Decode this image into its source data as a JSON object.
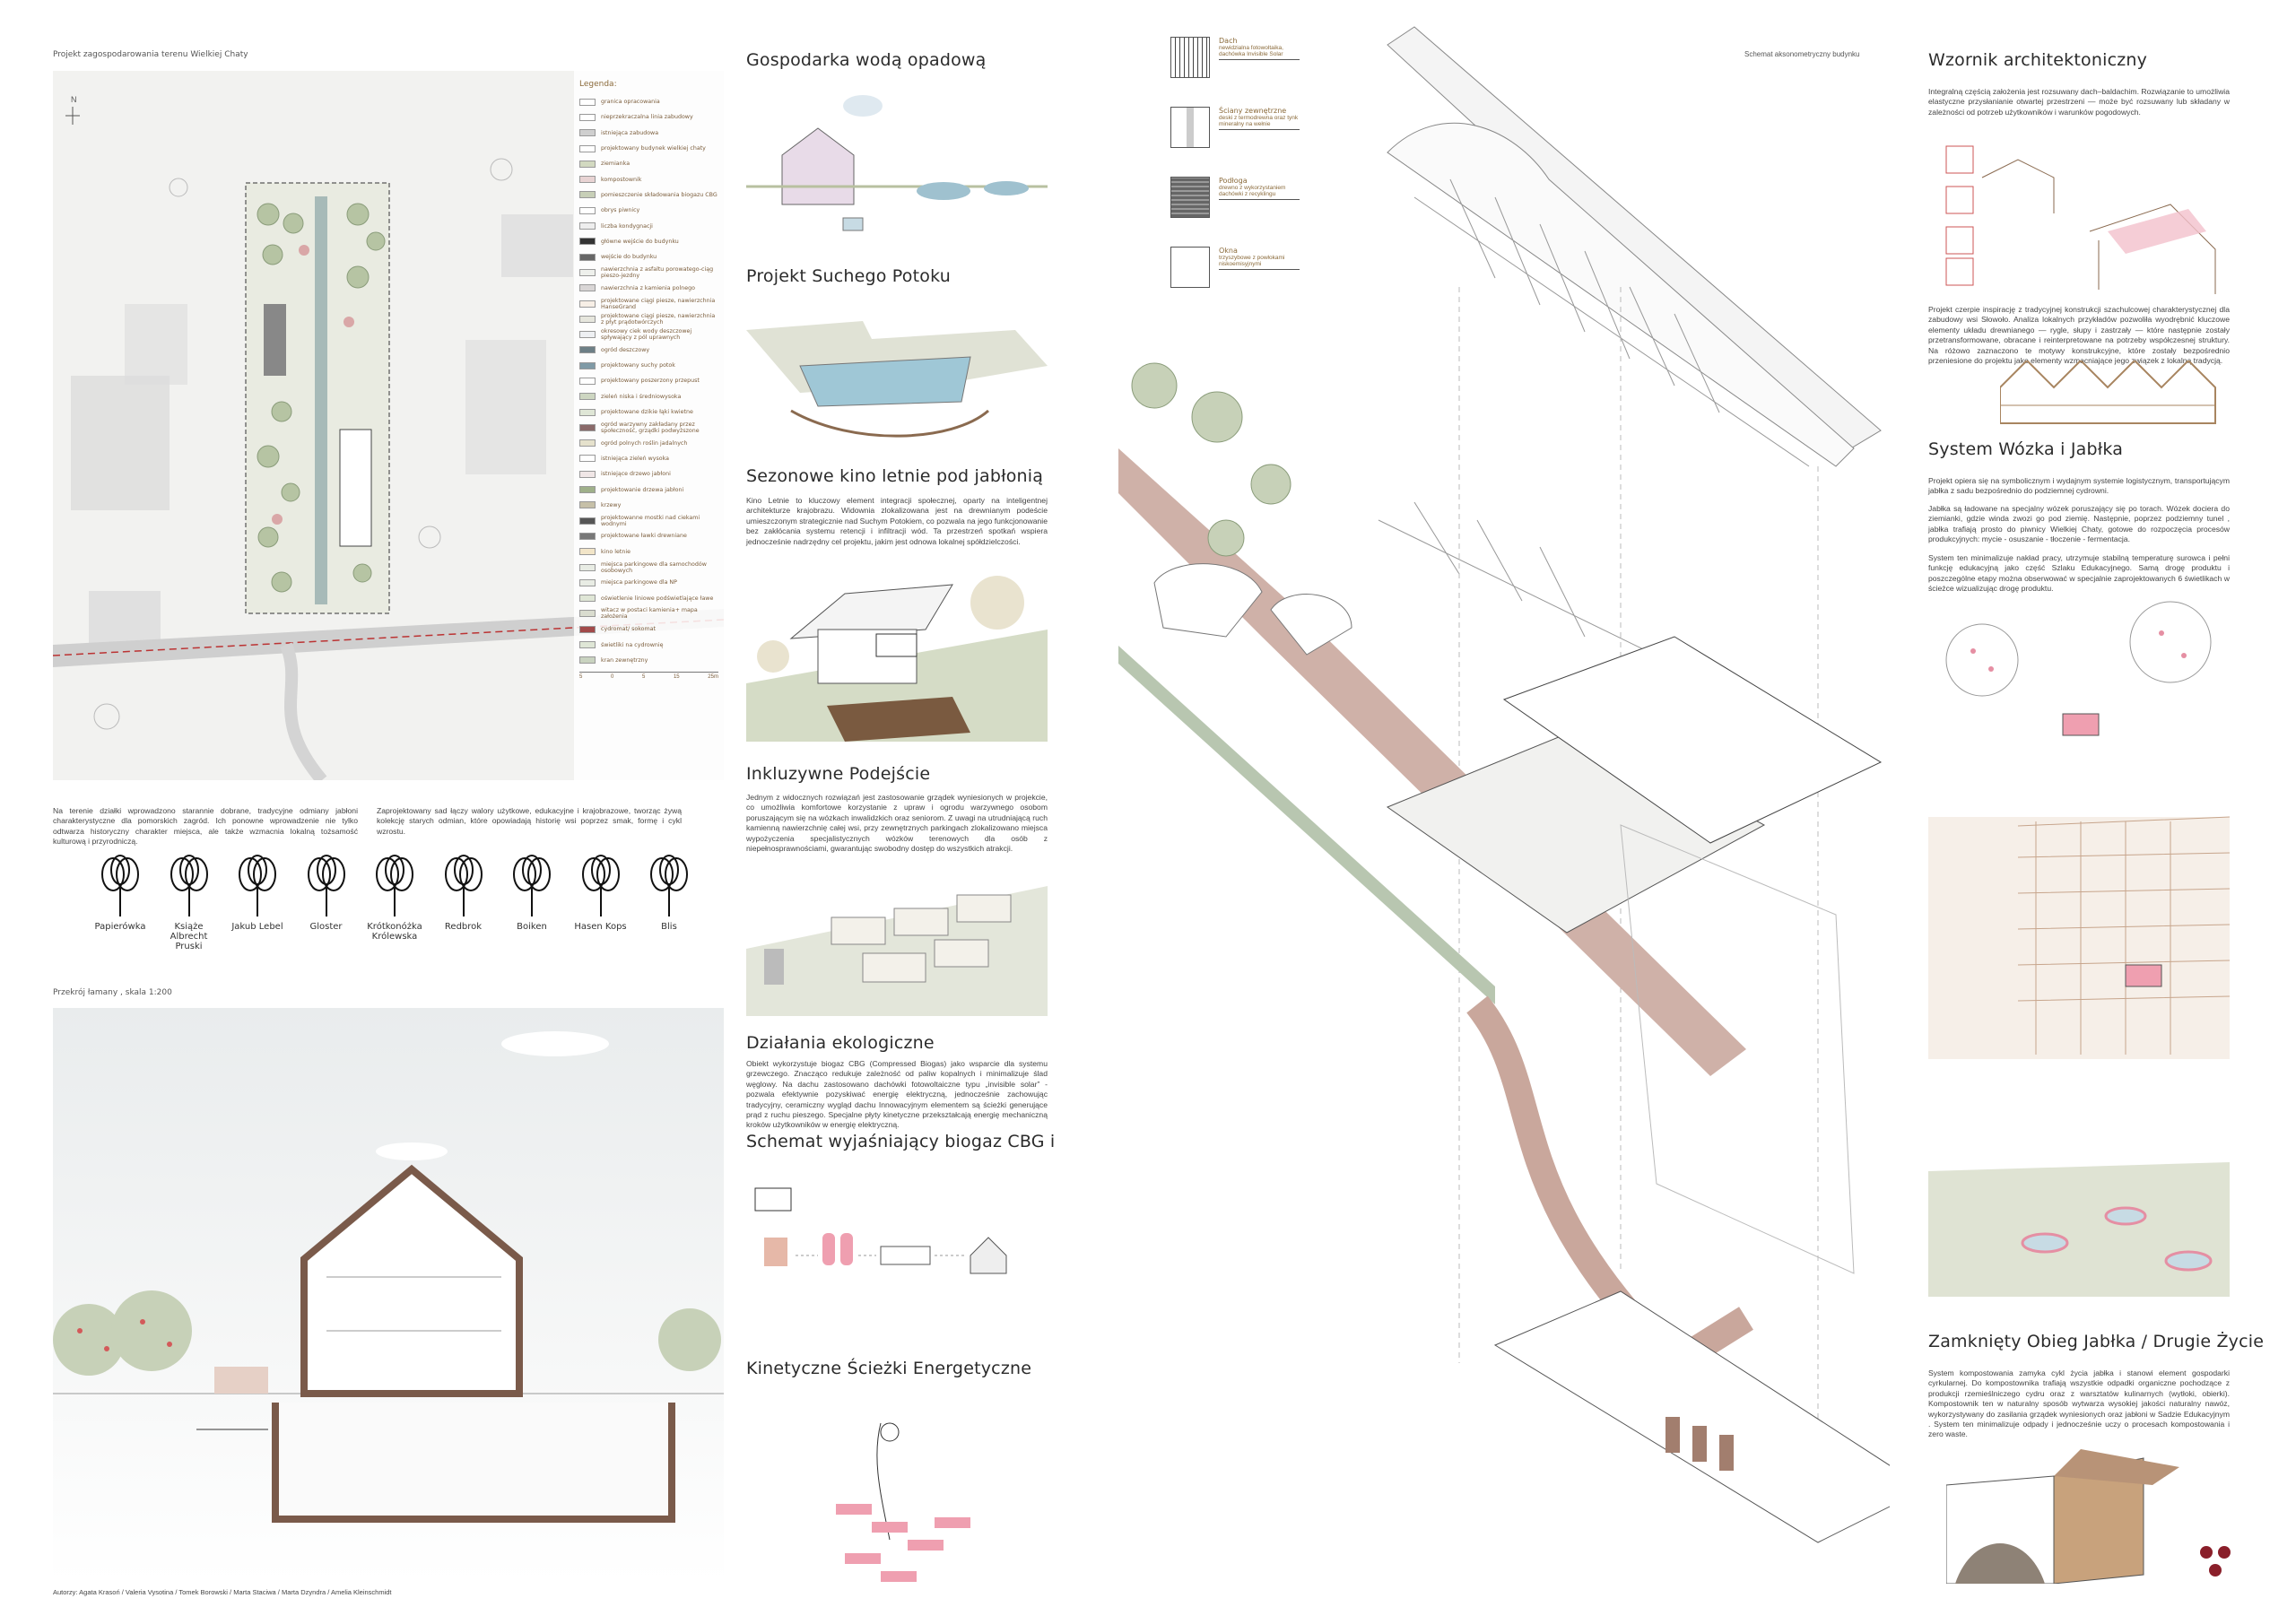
{
  "site_plan": {
    "title": "Projekt zagospodarowania terenu Wielkiej Chaty",
    "legend_title": "Legenda:",
    "legend": [
      "granica opracowania",
      "nieprzekraczalna linia zabudowy",
      "istniejąca zabudowa",
      "projektowany budynek wielkiej chaty",
      "ziemianka",
      "kompostownik",
      "pomieszczenie składowania biogazu CBG",
      "obrys piwnicy",
      "liczba kondygnacji",
      "główne wejście do budynku",
      "wejście do budynku",
      "nawierzchnia z asfaltu porowatego-ciąg pieszo-jezdny",
      "nawierzchnia z kamienia polnego",
      "projektowane ciągi piesze, nawierzchnia HanseGrand",
      "projektowane ciągi piesze, nawierzchnia z płyt prądotwórczych",
      "okresowy ciek wody deszczowej spływający z pól uprawnych",
      "ogród deszczowy",
      "projektowany suchy potok",
      "projektowany poszerzony przepust",
      "zieleń niska i średniowysoka",
      "projektowane dzikie łąki kwietne",
      "ogród warzywny zakładany przez społeczność, grządki podwyższone",
      "ogród polnych roślin jadalnych",
      "istniejąca zieleń wysoka",
      "istniejące drzewo jabłoni",
      "projektowanie drzewa jabłoni",
      "krzewy",
      "projektowanne mostki nad ciekami wodnymi",
      "projektowane ławki drewniane",
      "kino letnie",
      "miejsca parkingowe dla samochodów osobowych",
      "miejsca parkingowe dla NP",
      "oświetlenie liniowe podświetlające ławe",
      "witacz w postaci kamienia+ mapa założenia",
      "cydromat/ sokomat",
      "świetliki na cydrownię",
      "kran zewnętrzny"
    ],
    "scale": [
      "5",
      "0",
      "5",
      "15",
      "25m"
    ]
  },
  "orchard": {
    "text_left": "Na terenie działki wprowadzono starannie dobrane, tradycyjne odmiany jabłoni charakterystyczne dla pomorskich zagród. Ich ponowne wprowadzenie nie tylko odtwarza historyczny charakter miejsca, ale także wzmacnia lokalną tożsamość kulturową i przyrodniczą.",
    "text_right": "Zaprojektowany sad łączy walory użytkowe, edukacyjne i krajobrazowe, tworząc żywą kolekcję starych odmian, które opowiadają historię wsi poprzez smak, formę i cykl wzrostu.",
    "varieties": [
      "Papierówka",
      "Książe Albrecht Pruski",
      "Jakub Lebel",
      "Gloster",
      "Krótkonóżka Królewska",
      "Redbrok",
      "Boiken",
      "Hasen Kops",
      "Blis"
    ]
  },
  "section": {
    "title": "Przekrój łamany , skala 1:200"
  },
  "authors": "Autorzy: Agata Krasoń / Valeria Vysotina / Tomek Borowski / Marta Staciwa / Marta Dzyndra / Amelia Kleinschmidt",
  "middle": {
    "rainwater": "Gospodarka wodą opadową",
    "dry_stream": "Projekt Suchego Potoku",
    "cinema_title": "Sezonowe kino letnie pod jabłonią",
    "cinema_text": "Kino Letnie to kluczowy element integracji społecznej, oparty na inteligentnej architekturze krajobrazu. Widownia zlokalizowana jest na drewnianym podeście umieszczonym strategicznie nad Suchym Potokiem, co pozwala na jego funkcjonowanie bez zakłócania systemu retencji i infiltracji wód. Ta przestrzeń spotkań wspiera jednocześnie nadrzędny cel projektu, jakim jest odnowa lokalnej spółdzielczości.",
    "inclusive_title": "Inkluzywne Podejście",
    "inclusive_text": "Jednym z widocznych rozwiązań jest zastosowanie grządek wyniesionych w projekcie, co umożliwia komfortowe korzystanie z upraw i ogrodu warzywnego osobom poruszającym się na wózkach inwalidzkich oraz seniorom. Z uwagi na utrudniającą ruch kamienną nawierzchnię całej wsi, przy zewnętrznych parkingach zlokalizowano miejsca wypożyczenia specjalistycznych wózków terenowych dla osób z niepełnosprawnościami, gwarantując swobodny dostęp do wszystkich atrakcji.",
    "eco_title": "Działania ekologiczne",
    "eco_text": "Obiekt wykorzystuje biogaz CBG (Compressed Biogas) jako wsparcie dla systemu grzewczego. Znacząco redukuje zależność od paliw kopalnych i minimalizuje ślad węglowy. Na dachu zastosowano dachówki fotowoltaiczne typu „invisible solar” - pozwala efektywnie pozyskiwać energię elektryczną, jednocześnie zachowując tradycyjny, ceramiczny wygląd dachu Innowacyjnym elementem są ścieżki generujące prąd z ruchu pieszego. Specjalne płyty kinetyczne przekształcają energię mechaniczną kroków użytkowników w energię elektryczną.",
    "biogas_title": "Schemat wyjaśniający biogaz CBG i",
    "kinetic_title": "Kinetyczne Ścieżki Energetyczne"
  },
  "axonometry": {
    "title": "Schemat aksonometryczny budynku",
    "materials": [
      {
        "name": "Dach",
        "desc": "newidzialna fotowoltaika, dachówka Invisible Solar"
      },
      {
        "name": "Ściany zewnętrzne",
        "desc": "deski z termodrewna oraz tynk mineralny na wełnie"
      },
      {
        "name": "Podłoga",
        "desc": "drewno z wykorzystaniem dachówki z recyklingu"
      },
      {
        "name": "Okna",
        "desc": "trzyszybowe z powłokami niskoemisyjnymi"
      }
    ]
  },
  "right": {
    "pattern_title": "Wzornik architektoniczny",
    "pattern_text1": "Integralną częścią założenia jest rozsuwany dach–baldachim. Rozwiązanie to umożliwia elastyczne przysłanianie otwartej przestrzeni — może być rozsuwany lub składany w zależności od potrzeb użytkowników i warunków pogodowych.",
    "pattern_text2": "Projekt czerpie inspirację z tradycyjnej konstrukcji szachulcowej charakterystycznej dla zabudowy wsi Słowoło. Analiza lokalnych przykładów pozwoliła wyodrębnić kluczowe elementy układu drewnianego — rygle, słupy i zastrzały — które następnie zostały przetransformowane, obracane i reinterpretowane na potrzeby współczesnej struktury. Na różowo zaznaczono te motywy konstrukcyjne, które zostały bezpośrednio przeniesione do projektu jako elementy wzmacniające jego związek z lokalną tradycją.",
    "cart_title": "System Wózka i Jabłka",
    "cart_text1": "Projekt opiera się na symbolicznym i wydajnym systemie logistycznym, transportującym jabłka z sadu bezpośrednio do podziemnej cydrowni.",
    "cart_text2": "Jabłka są ładowane na specjalny wózek poruszający się po torach. Wózek dociera do ziemianki, gdzie winda zwozi go pod ziemię. Następnie, poprzez podziemny tunel , jabłka trafiają prosto do piwnicy Wielkiej Chaty, gotowe do rozpoczęcia procesów produkcyjnych: mycie - osuszanie - tłoczenie - fermentacja.",
    "cart_text3": "System ten minimalizuje nakład pracy, utrzymuje stabilną temperaturę surowca i pełni funkcję edukacyjną jako część Szlaku Edukacyjnego. Samą drogę produktu i poszczególne etapy można obserwować w specjalnie zaprojektowanych 6 świetlikach w ścieżce wizualizując drogę produktu.",
    "closed_title": "Zamknięty Obieg Jabłka / Drugie Życie",
    "closed_text": "System kompostowania zamyka cykl życia jabłka i stanowi element gospodarki cyrkularnej. Do kompostownika trafiają wszystkie odpadki organiczne pochodzące z produkcji rzemieślniczego cydru oraz z warsztatów kulinarnych (wytłoki, obierki). Kompostownik ten w naturalny sposób wytwarza wysokiej jakości naturalny nawóz, wykorzystywany do zasilania grządek wyniesionych oraz jabłoni w Sadzie Edukacyjnym . System ten minimalizuje odpady i jednocześnie uczy o procesach kompostowania i zero waste."
  },
  "colors": {
    "accent_pink": "#e58fa3",
    "path": "#c9a79c",
    "wood": "#8a6a4f",
    "green": "#a7b79a"
  }
}
